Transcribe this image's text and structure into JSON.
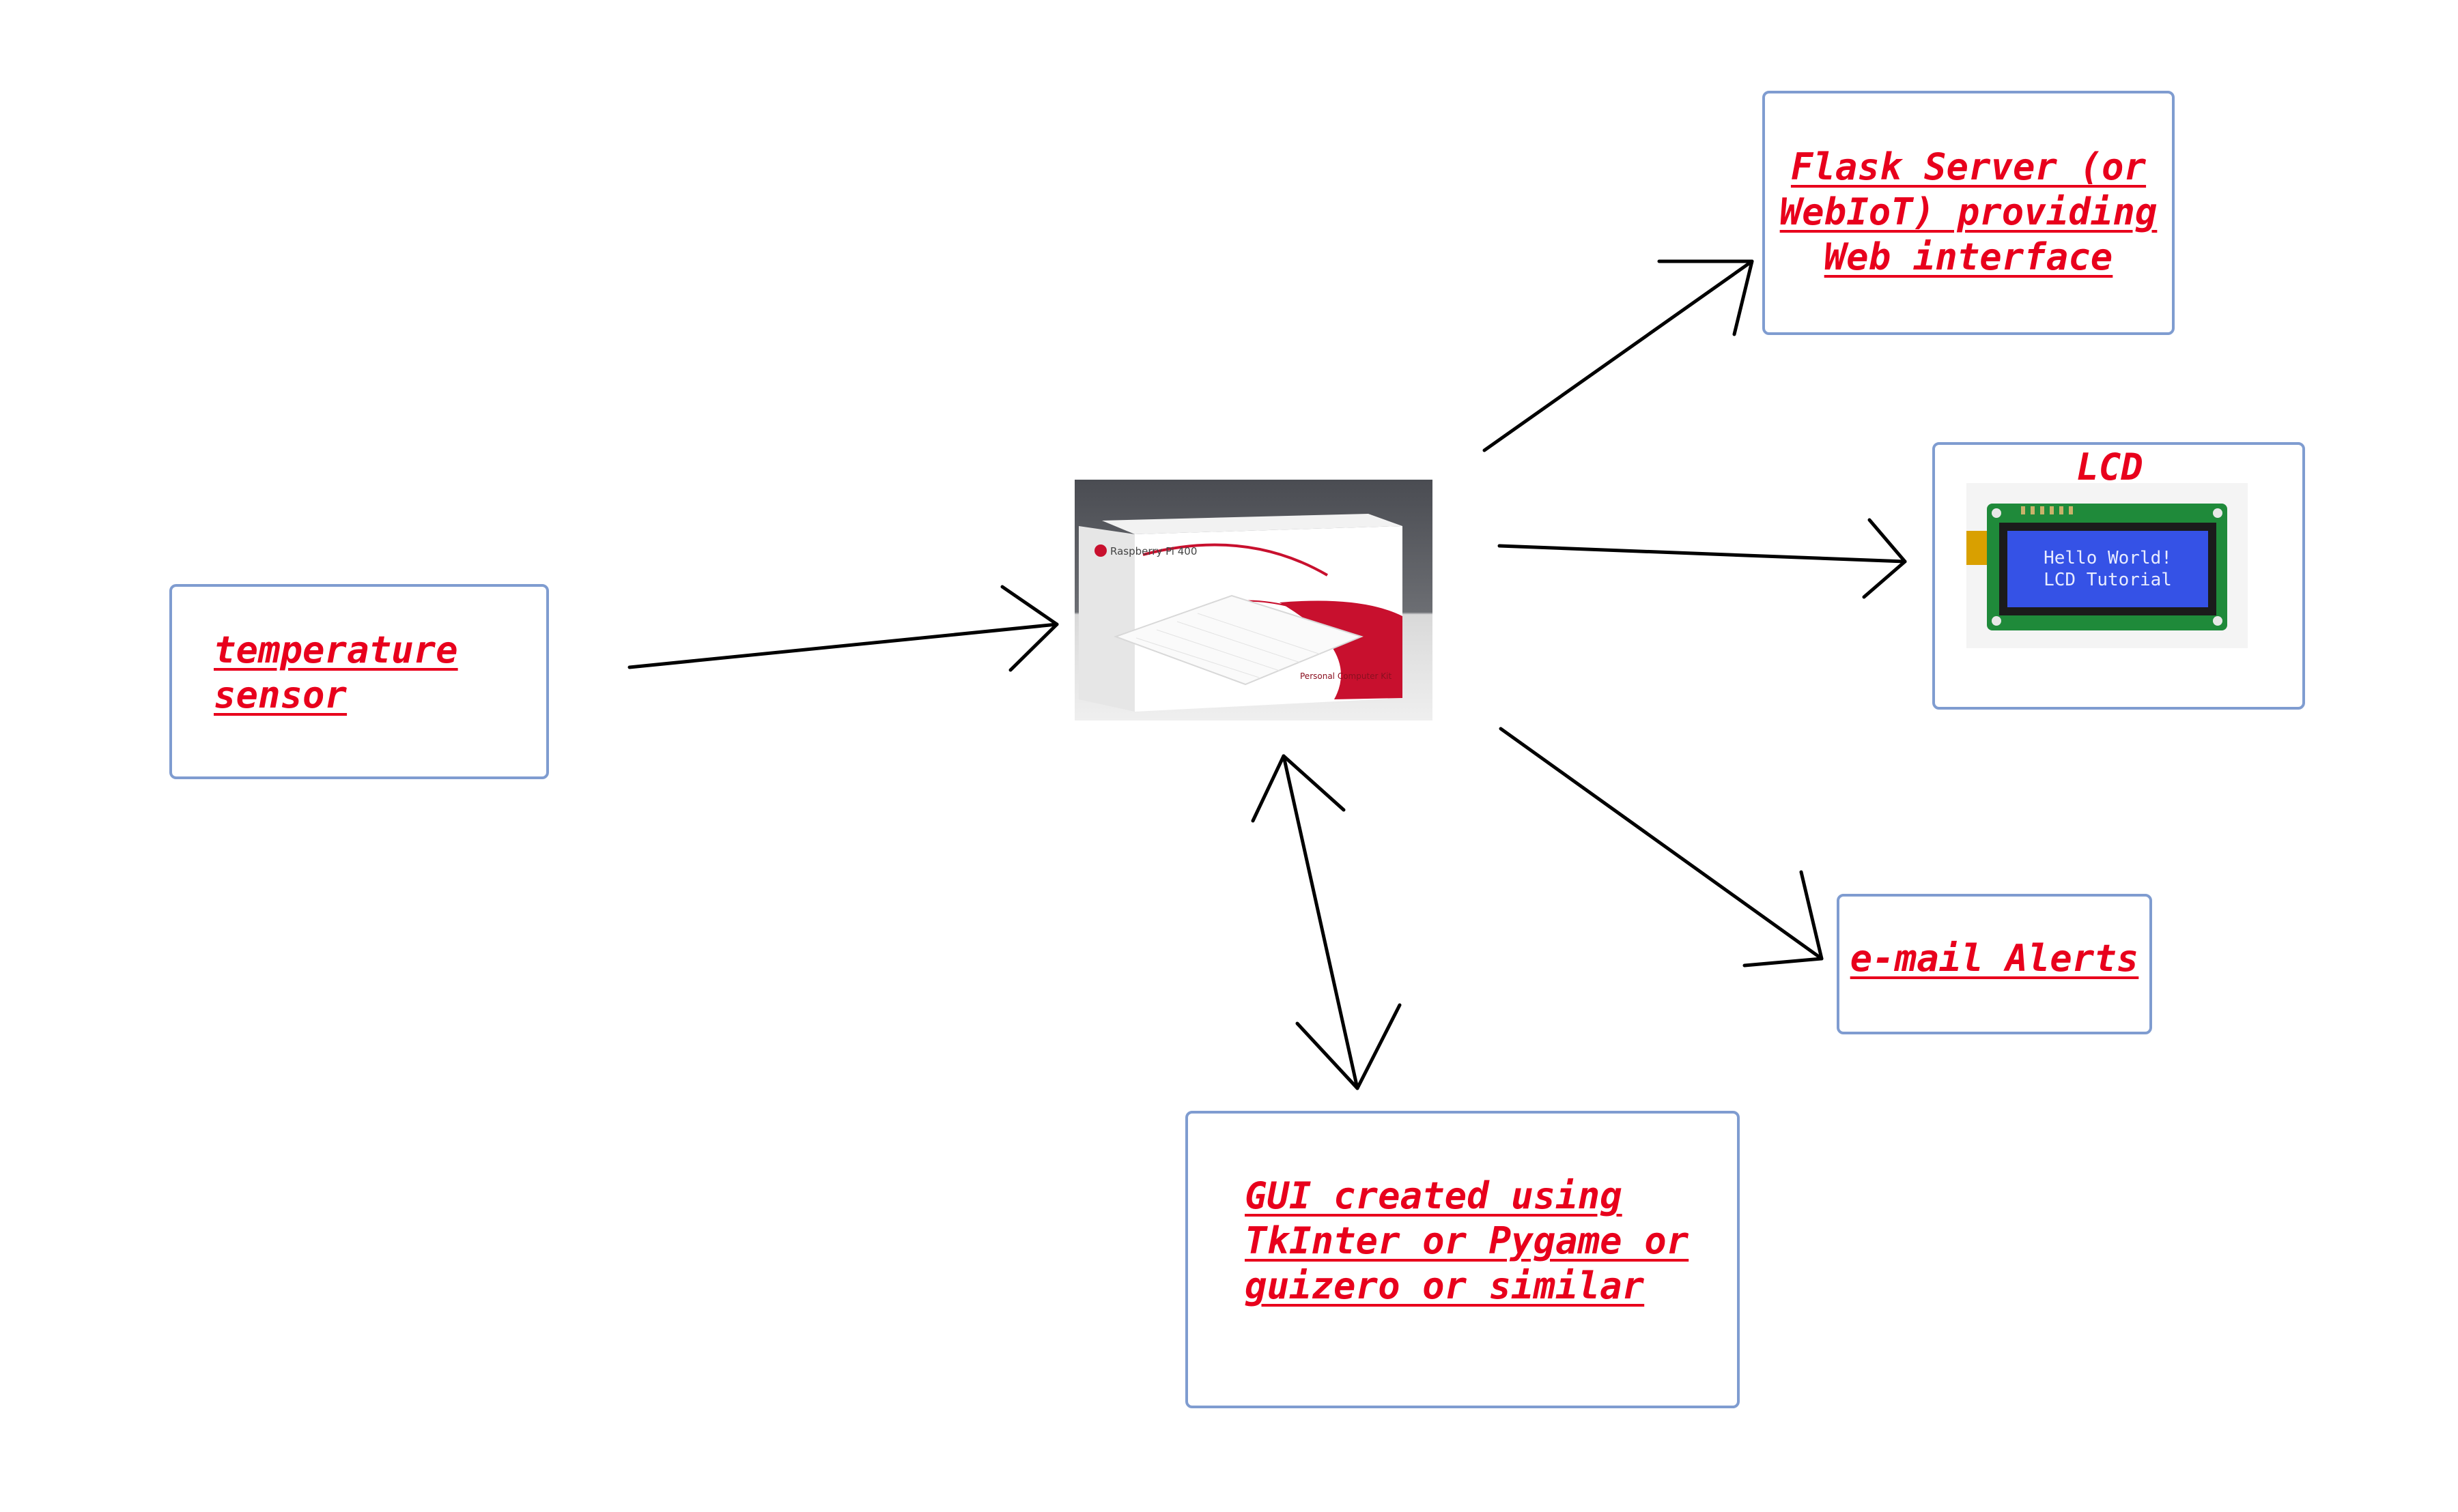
{
  "diagram": {
    "nodes": {
      "sensor": {
        "label": "temperature\nsensor"
      },
      "flask": {
        "label": "Flask Server (or\nWebIoT) providing\nWeb interface"
      },
      "lcd": {
        "label": "LCD",
        "screen_line1": "Hello World!",
        "screen_line2": "LCD Tutorial"
      },
      "email": {
        "label": "e-mail Alerts"
      },
      "gui": {
        "label": "GUI created using\nTkInter or Pygame or\nguizero or similar"
      },
      "pi": {
        "box_text": "Raspberry Pi 400",
        "box_subtext": "Personal Computer Kit"
      }
    },
    "colors": {
      "label": "#e8001c",
      "border": "#7f9cd0",
      "arrow": "#000000",
      "pi_red": "#c8102e"
    },
    "edges": [
      {
        "from": "sensor",
        "to": "pi"
      },
      {
        "from": "pi",
        "to": "flask"
      },
      {
        "from": "pi",
        "to": "lcd"
      },
      {
        "from": "pi",
        "to": "email"
      },
      {
        "from": "pi",
        "to": "gui",
        "bidirectional": true
      }
    ]
  }
}
